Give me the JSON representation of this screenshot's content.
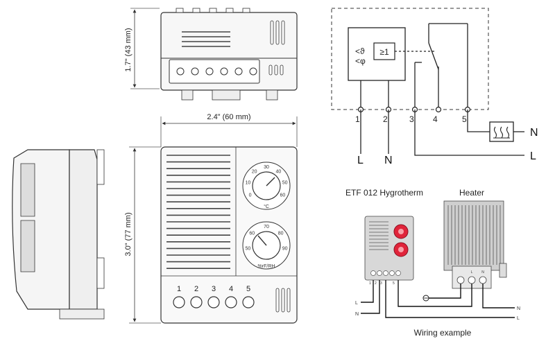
{
  "dimensions": {
    "height_top": "1.7\" (43 mm)",
    "width": "2.4\" (60 mm)",
    "height_front": "3.0\" (77 mm)"
  },
  "front": {
    "terminal_numbers": [
      "1",
      "2",
      "3",
      "4",
      "5"
    ],
    "temp_scale": [
      "0",
      "10",
      "20",
      "30",
      "40",
      "50",
      "60"
    ],
    "temp_unit": "°C",
    "humidity_scale": [
      "50",
      "60",
      "70",
      "80",
      "90"
    ],
    "humidity_unit": "%rF/RH"
  },
  "schematic": {
    "gate_label": "≥1",
    "terminals": [
      "1",
      "2",
      "3",
      "4",
      "5"
    ],
    "line_labels": {
      "l1": "L",
      "n1": "N",
      "l2": "L",
      "n_heater": "N"
    }
  },
  "wiring": {
    "device_label": "ETF 012 Hygrotherm",
    "heater_label": "Heater",
    "caption": "Wiring example",
    "device_terminals": [
      "1",
      "2",
      "3",
      "5"
    ],
    "left_labels": [
      "L",
      "N"
    ],
    "right_labels": [
      "N",
      "L"
    ],
    "heater_terminals": [
      "L",
      "N"
    ],
    "colors": {
      "red_dial": "#e0243a",
      "grey": "#bfbfbf"
    }
  }
}
